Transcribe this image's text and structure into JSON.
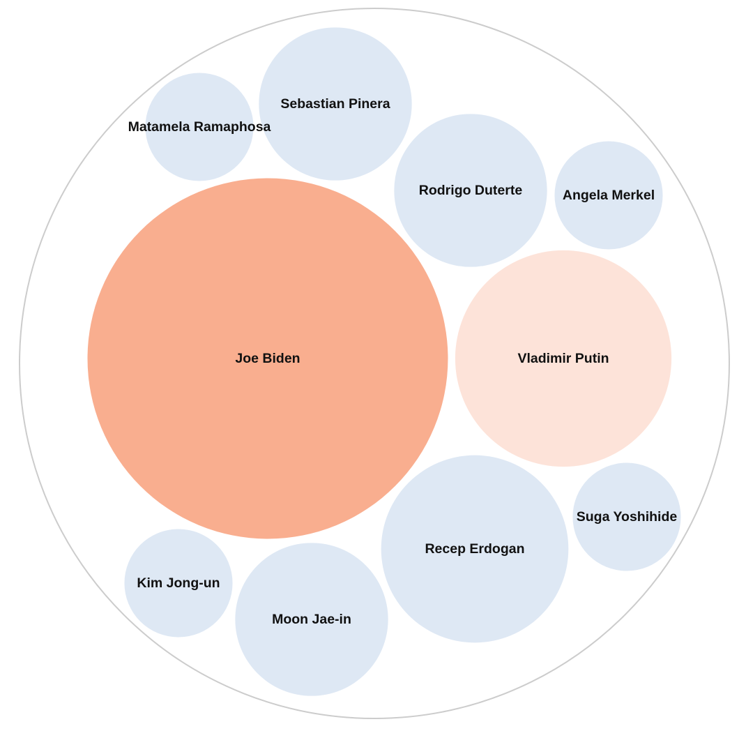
{
  "chart_data": {
    "type": "packed-bubble",
    "title": "",
    "container_stroke": "#cccccc",
    "colors": {
      "high": "#f9ae8f",
      "medium": "#fde3d9",
      "low": "#dee8f4"
    },
    "bubbles": [
      {
        "name": "Joe Biden",
        "level": "high",
        "value": 100
      },
      {
        "name": "Vladimir Putin",
        "level": "medium",
        "value": 36
      },
      {
        "name": "Recep Erdogan",
        "level": "low",
        "value": 27
      },
      {
        "name": "Sebastian Pinera",
        "level": "low",
        "value": 18
      },
      {
        "name": "Rodrigo Duterte",
        "level": "low",
        "value": 18
      },
      {
        "name": "Moon Jae-in",
        "level": "low",
        "value": 18
      },
      {
        "name": "Angela Merkel",
        "level": "low",
        "value": 9
      },
      {
        "name": "Matamela Ramaphosa",
        "level": "low",
        "value": 9
      },
      {
        "name": "Suga Yoshihide",
        "level": "low",
        "value": 9
      },
      {
        "name": "Kim Jong-un",
        "level": "low",
        "value": 9
      }
    ]
  }
}
